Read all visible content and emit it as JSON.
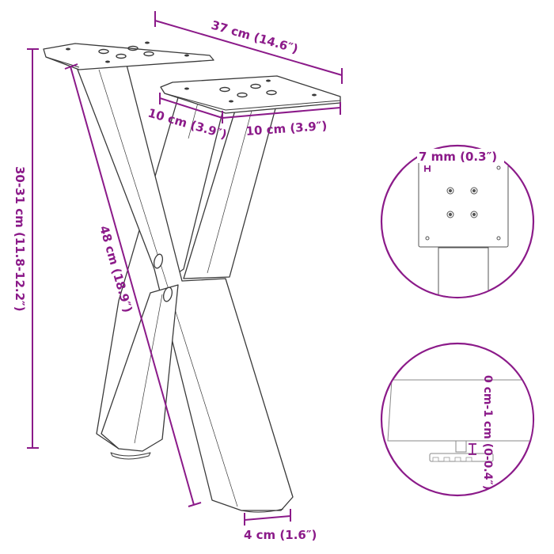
{
  "diagram": {
    "subject": "X-shaped table leg pair (coffee table legs)",
    "colors": {
      "dimension": "#8b1a89",
      "outline": "#3a3a3a",
      "background": "#ffffff"
    },
    "dimensions": {
      "top_width": "37 cm (14.6″)",
      "plate_depth": "10 cm (3.9″)",
      "plate_width": "10 cm (3.9″)",
      "height": "30-31 cm (11.8-12.2″)",
      "diagonal_length": "48 cm (18.9″)",
      "foot_width": "4 cm (1.6″)"
    },
    "detail_callouts": [
      {
        "name": "mounting-plate-detail",
        "label": "7 mm (0.3″)",
        "description": "Plate thickness"
      },
      {
        "name": "leveling-foot-detail",
        "label": "0 cm-1 cm (0-0.4″)",
        "description": "Adjustable foot range"
      }
    ]
  }
}
